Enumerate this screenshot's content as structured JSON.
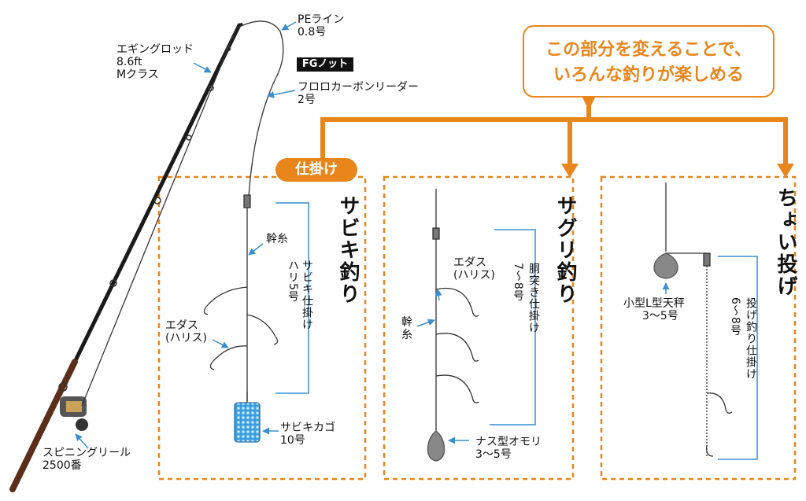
{
  "callout": {
    "line1": "この部分を変えることで、",
    "line2": "いろんな釣りが楽しめる"
  },
  "tackle_tag": "仕掛け",
  "fg_knot": "FGノット",
  "labels": {
    "pe_line": [
      "PEライン",
      "0.8号"
    ],
    "rod": [
      "エギングロッド",
      "8.6ft",
      "Mクラス"
    ],
    "leader": [
      "フロロカーボンリーダー",
      "2号"
    ],
    "reel": [
      "スピニングリール",
      "2500番"
    ]
  },
  "sabiki": {
    "title": "サビキ釣り",
    "mainline": "幹糸",
    "edasu": [
      "エダス",
      "(ハリス)"
    ],
    "rig_col1": "サビキ仕掛け",
    "rig_col2": "ハリ5号",
    "basket": [
      "サビキカゴ",
      "10号"
    ]
  },
  "saguri": {
    "title": "サグリ釣り",
    "edasu": [
      "エダス",
      "(ハリス)"
    ],
    "mainline": [
      "幹",
      "糸"
    ],
    "rig_col1": "胴突き仕掛け",
    "rig_col2": "7〜8号",
    "sinker": [
      "ナス型オモリ",
      "3〜5号"
    ]
  },
  "choi": {
    "title": "ちょい投げ",
    "tenbin": [
      "小型L型天秤",
      "3〜5号"
    ],
    "rig_col1": "投げ釣り仕掛け",
    "rig_col2": "6〜8号"
  },
  "colors": {
    "accent": "#e8861c",
    "pointer": "#3a8fd0",
    "bracket": "#3a8fd0"
  }
}
